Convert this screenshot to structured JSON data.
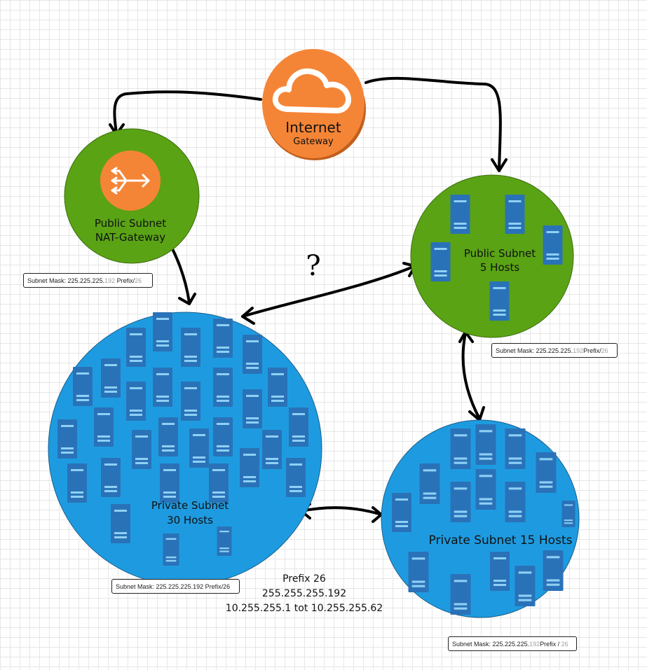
{
  "internet_gateway": {
    "title": "Internet",
    "subtitle": "Gateway",
    "icon": "cloud-icon"
  },
  "nat_subnet": {
    "line1": "Public Subnet",
    "line2": "NAT-Gateway",
    "icon": "nat-gateway-icon"
  },
  "public_subnet": {
    "line1": "Public Subnet",
    "line2": "5 Hosts"
  },
  "private_subnet_30": {
    "line1": "Private Subnet",
    "line2": "30 Hosts"
  },
  "private_subnet_15": {
    "line1": "Private Subnet 15 Hosts"
  },
  "question_mark": "?",
  "mask_labels": {
    "nat": {
      "prefix": "Subnet Mask: 225.225.225.",
      "host": "192",
      "prefix_label": " Prefix/",
      "bits": "26"
    },
    "public": {
      "prefix": "Subnet Mask: 225.225.225.",
      "host": "192",
      "prefix_label": "Prefix/",
      "bits": "26"
    },
    "private_30": {
      "prefix": "Subnet Mask: 225.225.225.192 Prefix/26"
    },
    "private_15": {
      "prefix": "Subnet Mask: 225.225.225.",
      "host": "192",
      "prefix_label": "Prefix / ",
      "bits": "26"
    }
  },
  "prefix_note": {
    "line1": "Prefix 26",
    "line2": "255.255.255.192",
    "line3": "10.255.255.1 tot 10.255.255.62"
  },
  "colors": {
    "gateway_orange": "#f58536",
    "gateway_shadow": "#c05f1d",
    "public_green": "#5aa315",
    "private_blue": "#1e9be0",
    "server_blue": "#2a72b8"
  }
}
